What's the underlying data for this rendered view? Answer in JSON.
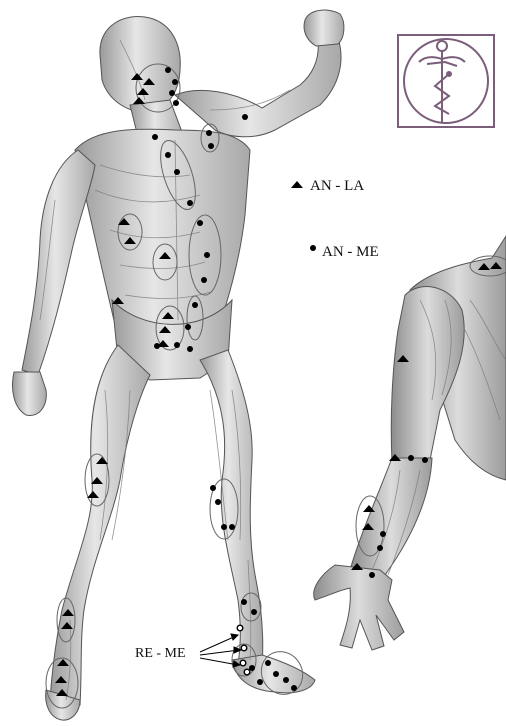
{
  "legend": {
    "triangle_label": "AN - LA",
    "dot_label": "AN - ME"
  },
  "annotation": {
    "re_me_label": "RE - ME"
  },
  "colors": {
    "marker": "#000000",
    "outline": "#6b6b6b",
    "muscle_light": "#e8e8e8",
    "muscle_mid": "#c7c7c7",
    "muscle_dark": "#8e8e8e",
    "logo_stroke": "#7a5e7a"
  },
  "icons": {
    "triangle": "triangle-marker-icon",
    "dot": "dot-marker-icon",
    "logo": "caduceus-logo-icon"
  }
}
